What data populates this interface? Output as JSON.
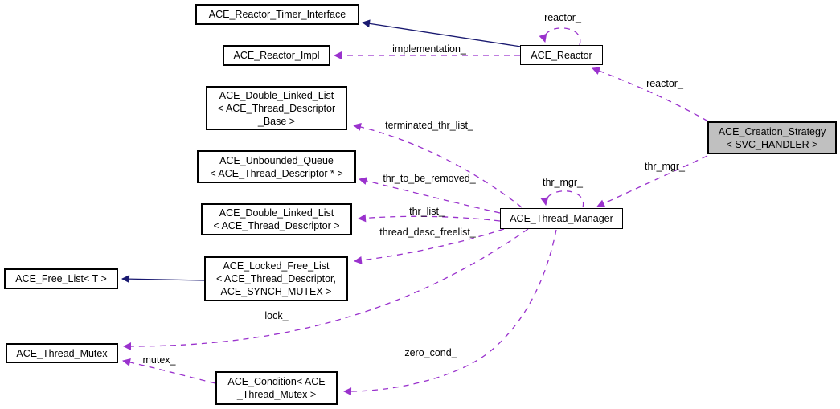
{
  "diagram": {
    "type": "collaboration-diagram",
    "background_color": "#ffffff",
    "node_fill": "#ffffff",
    "node_border_color": "#000000",
    "current_node_fill": "#c0c0c0",
    "usage_edge_color": "#9a32cd",
    "inheritance_edge_color": "#191970"
  },
  "nodes": [
    {
      "id": "ace-reactor-timer-interface",
      "label": "ACE_Reactor_Timer_Interface"
    },
    {
      "id": "ace-reactor-impl",
      "label": "ACE_Reactor_Impl"
    },
    {
      "id": "ace-reactor",
      "label": "ACE_Reactor"
    },
    {
      "id": "ace-double-linked-list-base",
      "label": "ACE_Double_Linked_List\n< ACE_Thread_Descriptor\n_Base >"
    },
    {
      "id": "ace-unbounded-queue",
      "label": "ACE_Unbounded_Queue\n< ACE_Thread_Descriptor * >"
    },
    {
      "id": "ace-double-linked-list",
      "label": "ACE_Double_Linked_List\n< ACE_Thread_Descriptor >"
    },
    {
      "id": "ace-locked-free-list",
      "label": "ACE_Locked_Free_List\n< ACE_Thread_Descriptor,\nACE_SYNCH_MUTEX >"
    },
    {
      "id": "ace-free-list",
      "label": "ACE_Free_List< T >"
    },
    {
      "id": "ace-thread-mutex",
      "label": "ACE_Thread_Mutex"
    },
    {
      "id": "ace-condition",
      "label": "ACE_Condition< ACE\n_Thread_Mutex >"
    },
    {
      "id": "ace-thread-manager",
      "label": "ACE_Thread_Manager"
    },
    {
      "id": "ace-creation-strategy",
      "label": "ACE_Creation_Strategy\n< SVC_HANDLER >"
    }
  ],
  "edge_labels": [
    {
      "id": "reactor-self",
      "text": "reactor_"
    },
    {
      "id": "implementation",
      "text": "implementation_"
    },
    {
      "id": "reactor",
      "text": "reactor_"
    },
    {
      "id": "terminated-thr-list",
      "text": "terminated_thr_list_"
    },
    {
      "id": "thr-mgr",
      "text": "thr_mgr_"
    },
    {
      "id": "thr-to-be-removed",
      "text": "thr_to_be_removed_"
    },
    {
      "id": "thr-mgr-self",
      "text": "thr_mgr_"
    },
    {
      "id": "thr-list",
      "text": "thr_list_"
    },
    {
      "id": "thread-desc-freelist",
      "text": "thread_desc_freelist_"
    },
    {
      "id": "lock",
      "text": "lock_"
    },
    {
      "id": "zero-cond",
      "text": "zero_cond_"
    },
    {
      "id": "mutex",
      "text": "mutex_"
    }
  ]
}
